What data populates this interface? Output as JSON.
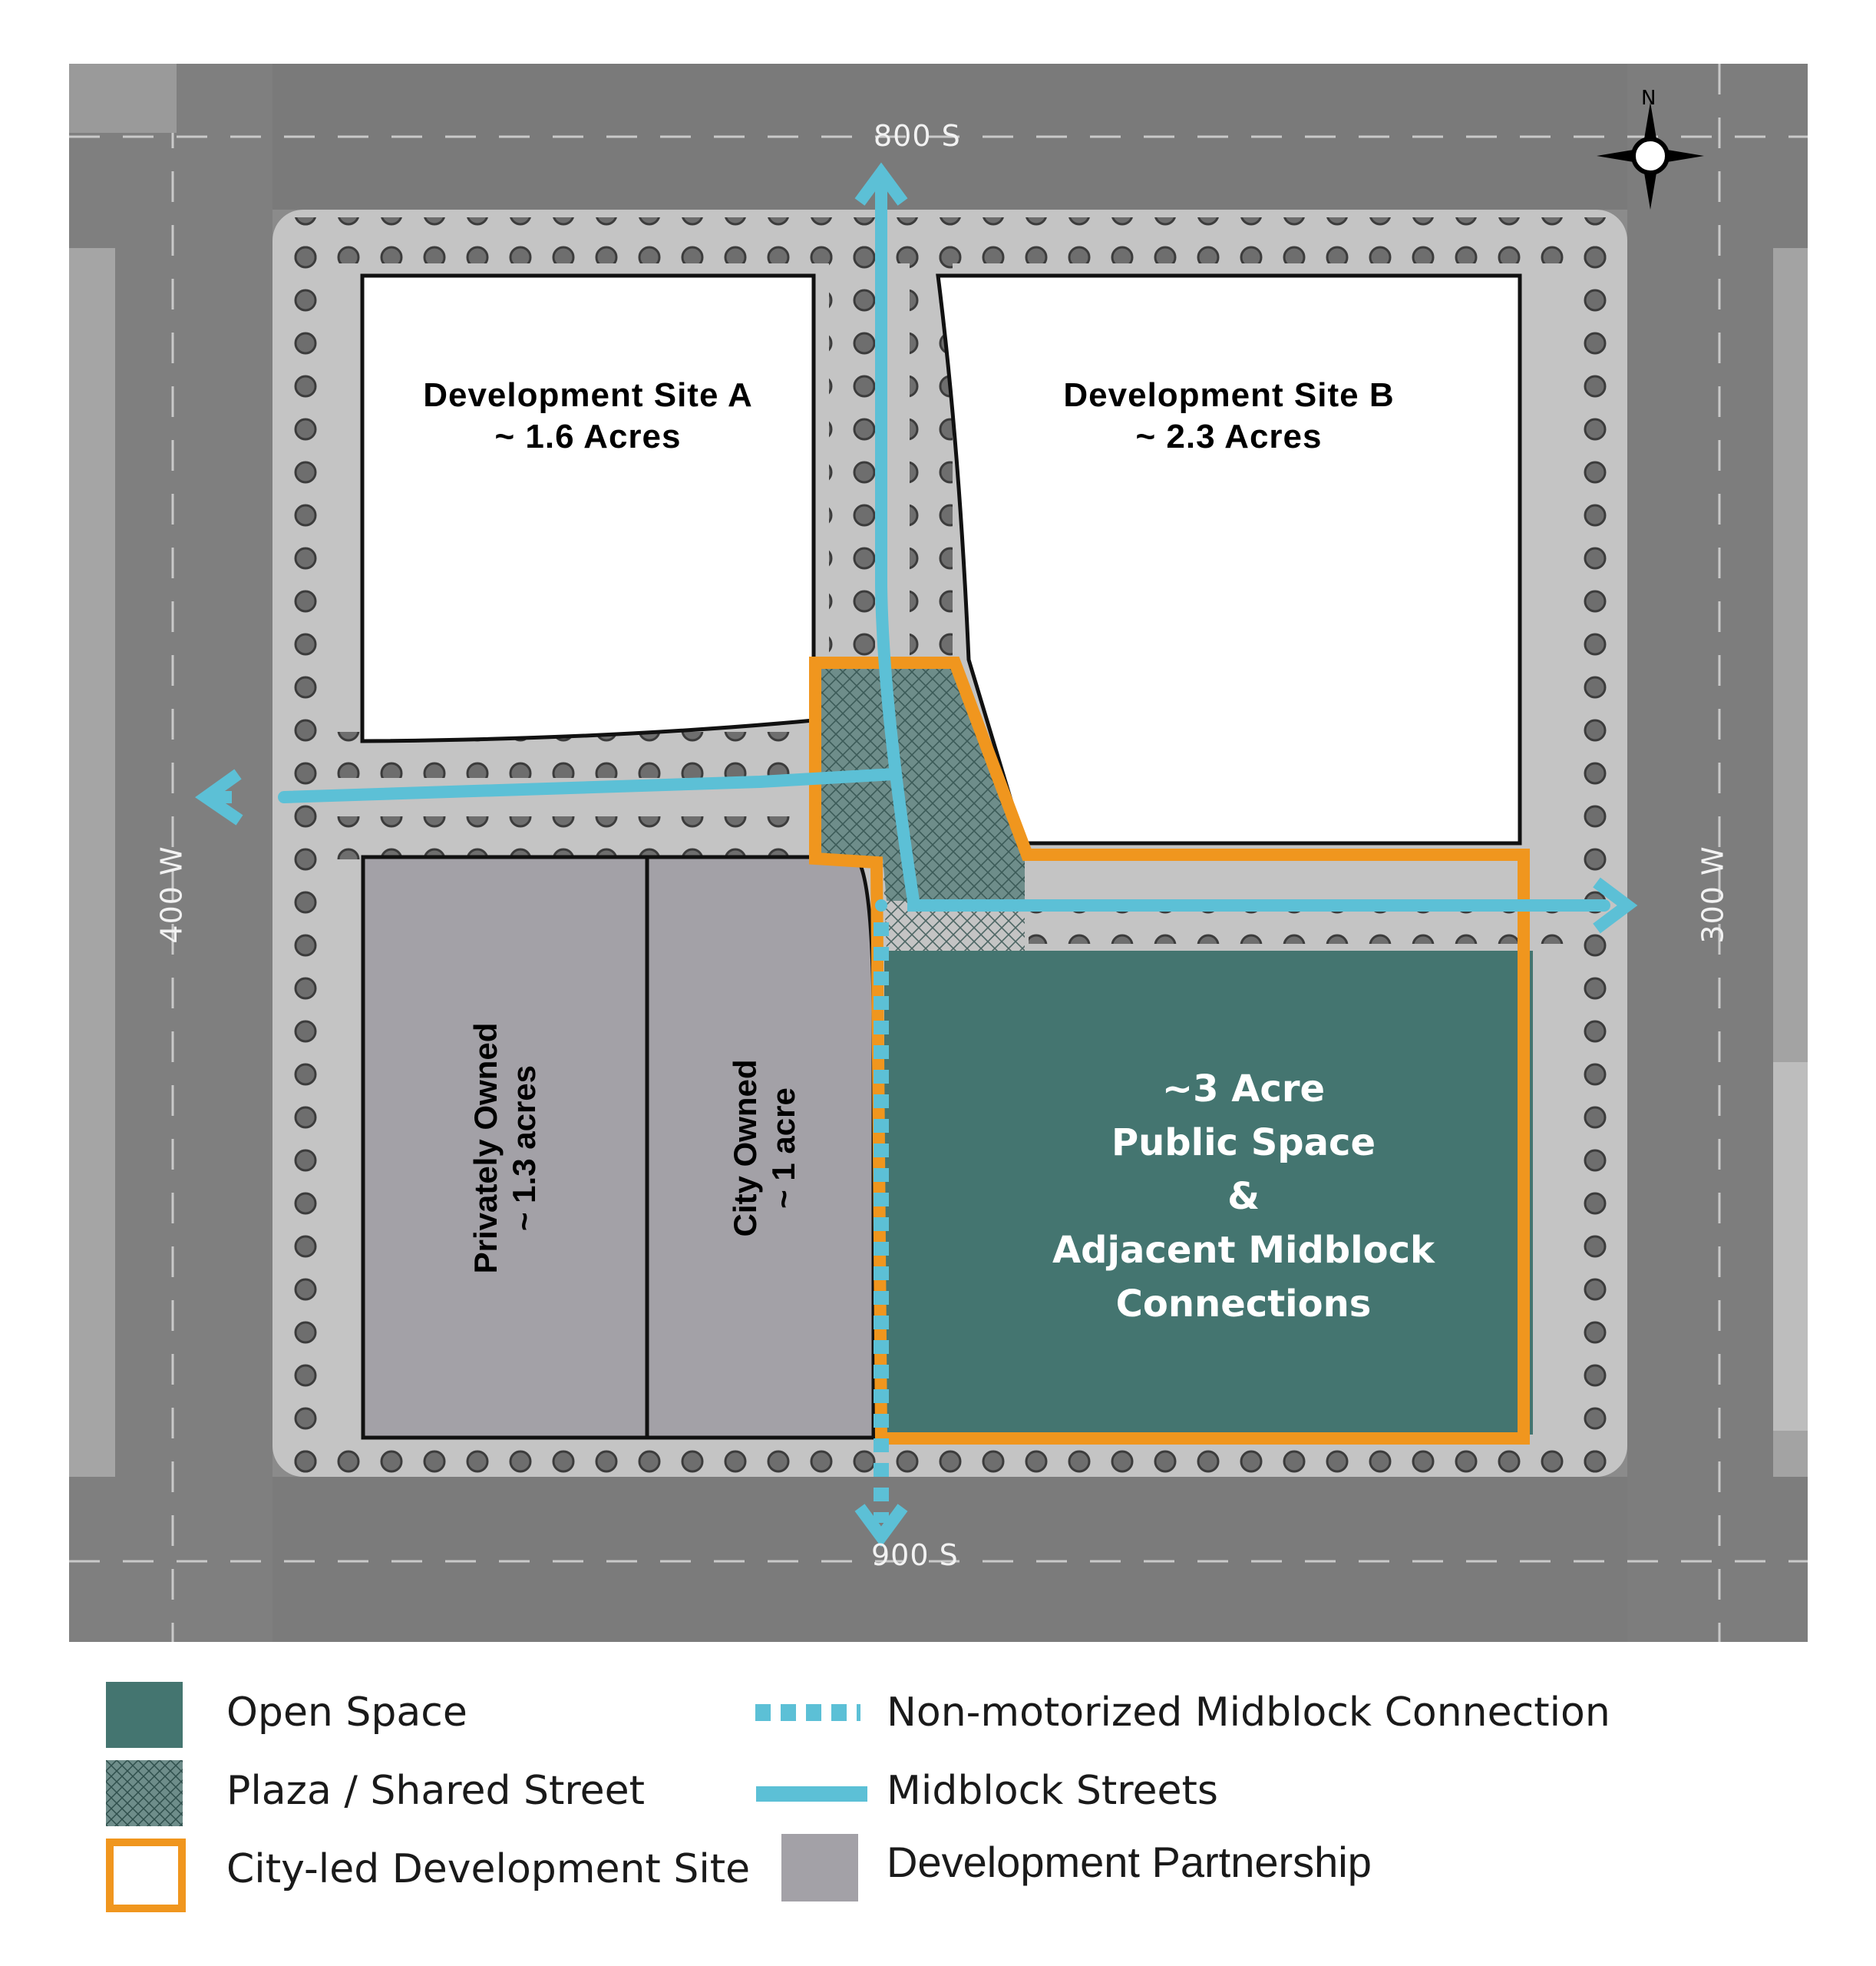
{
  "colors": {
    "open_space": "#447570",
    "midblock_street": "#5cc0d6",
    "city_led_border": "#f0961e",
    "development_partnership": "#a3a1a7",
    "site_fill": "#ffffff",
    "aerial_base": "#8a8a8a"
  },
  "map": {
    "roads": {
      "north": "800 S",
      "south": "900 S",
      "west": "400 W",
      "east": "300 W"
    },
    "compass_label": "N",
    "sites": {
      "site_a": {
        "line1": "Development Site A",
        "line2": "~ 1.6 Acres"
      },
      "site_b": {
        "line1": "Development Site B",
        "line2": "~ 2.3 Acres"
      },
      "private": {
        "line1": "Privately Owned",
        "line2": "~ 1.3 acres"
      },
      "city": {
        "line1": "City Owned",
        "line2": "~ 1 acre"
      }
    },
    "open_space": {
      "line1": "~3 Acre",
      "line2": "Public Space",
      "line3": "&",
      "line4": "Adjacent Midblock",
      "line5": "Connections"
    }
  },
  "legend": {
    "open_space": "Open Space",
    "plaza": "Plaza / Shared Street",
    "city_led": "City-led Development Site",
    "non_motorized": "Non-motorized Midblock Connection",
    "midblock_streets": "Midblock Streets",
    "development_partnership": "Development Partnership"
  }
}
